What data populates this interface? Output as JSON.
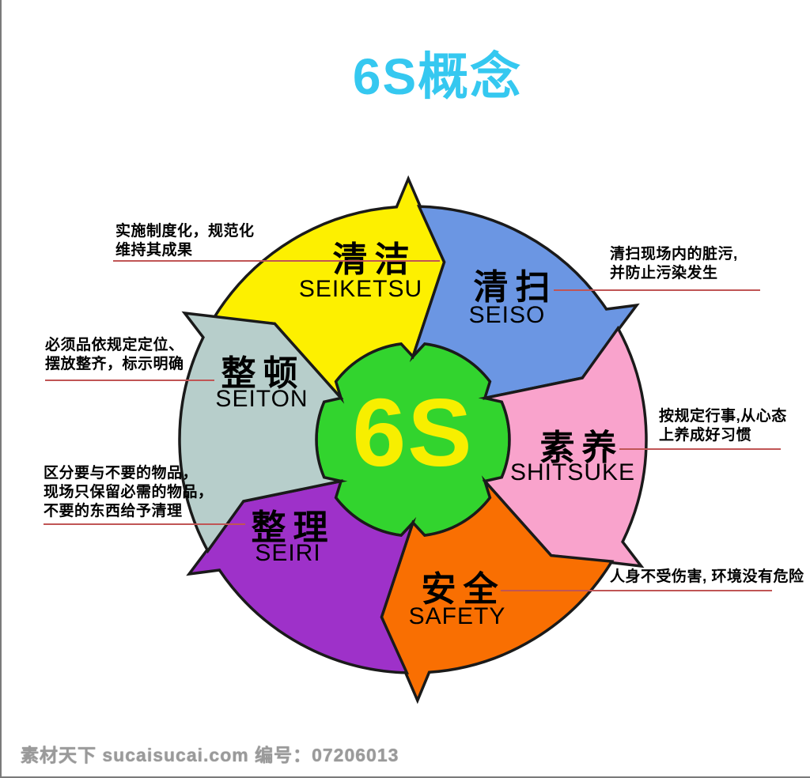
{
  "title": {
    "text": "6S概念",
    "color": "#35c8f0"
  },
  "center": {
    "label": "6S",
    "fill": "#32d42e",
    "label_color": "#f7ef00"
  },
  "colors": {
    "outline": "#1a1a1a",
    "leader_line": "#c05555"
  },
  "segments": [
    {
      "id": "seiketsu",
      "zh": "清洁",
      "en": "SEIKETSU",
      "color": "#fdf000",
      "note_lines": [
        "实施制度化，规范化",
        "维持其成果"
      ]
    },
    {
      "id": "seiso",
      "zh": "清扫",
      "en": "SEISO",
      "color": "#6b96e3",
      "note_lines": [
        "清扫现场内的脏污,",
        "并防止污染发生"
      ]
    },
    {
      "id": "shitsuke",
      "zh": "素养",
      "en": "SHITSUKE",
      "color": "#f9a3cc",
      "note_lines": [
        "按规定行事,从心态",
        "上养成好习惯"
      ]
    },
    {
      "id": "safety",
      "zh": "安全",
      "en": "SAFETY",
      "color": "#f96f02",
      "note_lines": [
        "人身不受伤害, 环境没有危险"
      ]
    },
    {
      "id": "seiri",
      "zh": "整理",
      "en": "SEIRI",
      "color": "#9e31c9",
      "note_lines": [
        "区分要与不要的物品，",
        "现场只保留必需的物品，",
        "不要的东西给予清理"
      ]
    },
    {
      "id": "seiton",
      "zh": "整顿",
      "en": "SEITON",
      "color": "#b7cecb",
      "note_lines": [
        "必须品依规定定位、",
        "摆放整齐，标示明确"
      ]
    }
  ],
  "watermark": {
    "text": "素材天下 sucaisucai.com  编号：07206013"
  }
}
